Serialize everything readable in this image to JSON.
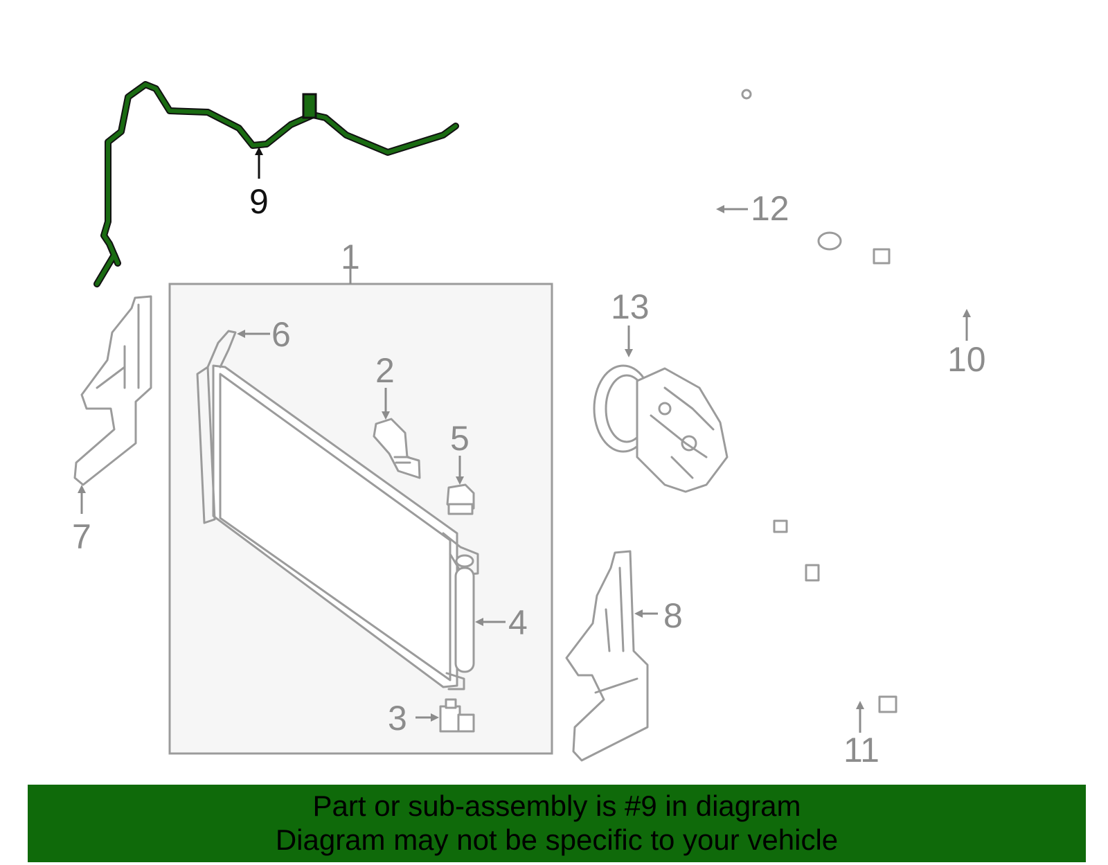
{
  "callouts": {
    "c1": "1",
    "c2": "2",
    "c3": "3",
    "c4": "4",
    "c5": "5",
    "c6": "6",
    "c7": "7",
    "c8": "8",
    "c9": "9",
    "c10": "10",
    "c11": "11",
    "c12": "12",
    "c13": "13"
  },
  "highlight": {
    "part": "9",
    "color": "#1a6b12"
  },
  "banner": {
    "line1": "Part or sub-assembly is #9 in diagram",
    "line2": "Diagram may not be specific to your vehicle",
    "background": "#0f6a0a"
  }
}
